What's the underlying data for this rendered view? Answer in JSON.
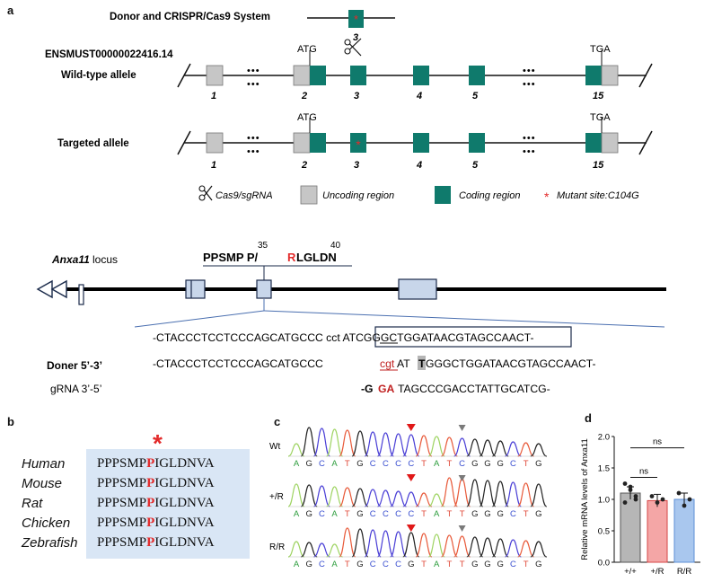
{
  "panel_a": {
    "letter": "a",
    "donor_title": "Donor and CRISPR/Cas9 System",
    "donor_exon": "3",
    "transcript_id": "ENSMUST00000022416.14",
    "wt_label": "Wild-type allele",
    "targeted_label": "Targeted allele",
    "start_codon": "ATG",
    "stop_codon": "TGA",
    "ellipsis": "•••",
    "exon_numbers": [
      "1",
      "2",
      "3",
      "4",
      "5",
      "15"
    ],
    "legend": {
      "cas9": "Cas9/sgRNA",
      "uncoding": "Uncoding region",
      "coding": "Coding region",
      "mutant": "Mutant site:C104G"
    },
    "colors": {
      "coding": "#0f7a6c",
      "uncoding": "#c6c6c6",
      "mutant": "#e32b2b"
    }
  },
  "locus": {
    "gene": "Anxa11",
    "suffix": " locus",
    "pos35": "35",
    "pos40": "40",
    "pep_left": "PPSMP P/",
    "pep_mut": "R",
    "pep_right": " LGLDN",
    "seq1": "-CTACCCTCCTCCCAGCATGCCC cct ATCGGGCTGGATAACGTAGCCAACT-",
    "doner_label": "Doner 5’-3’",
    "seq2_a": "-CTACCCTCCTCCCAGCATGCCC ",
    "seq2_cgt": "cgt",
    "seq2_att": " AT",
    "seq2_T": "T",
    "seq2_b": "GGGCTGGATAACGTAGCCAACT-",
    "grna_label": "gRNA 3’-5’",
    "seq3_dash": "-G",
    "seq3_GG": "GA",
    "seq3_rest": " TAGCCCGACCTATTGCATCG-",
    "colors": {
      "box": "#c8d6ea",
      "line": "#1a2a4a"
    }
  },
  "panel_b": {
    "letter": "b",
    "star": "*",
    "species": [
      "Human",
      "Mouse",
      "Rat",
      "Chicken",
      "Zebrafish"
    ],
    "seq_left": "PPPSMP",
    "seq_mut": "P",
    "seq_right": "IGLDNVA",
    "bg": "#d9e6f5"
  },
  "panel_c": {
    "letter": "c",
    "traces": [
      {
        "label": "Wt",
        "seq": "AGCATGCCCCTATCGGGCTG"
      },
      {
        "label": "+/R",
        "seq": "AGCATGCCCCTATTGGGCTG"
      },
      {
        "label": "R/R",
        "seq": "AGCATGCCCGTATTGGGCTG"
      }
    ]
  },
  "panel_d": {
    "letter": "d",
    "chart_data": {
      "type": "bar",
      "categories": [
        "+/+",
        "+/R",
        "R/R"
      ],
      "values": [
        1.1,
        0.98,
        1.0
      ],
      "ylabel": "Relative mRNA levels of Anxa11",
      "ylim": [
        0,
        2.0
      ],
      "yticks": [
        "0.0",
        "0.5",
        "1.0",
        "1.5",
        "2.0"
      ],
      "points": [
        [
          1.25,
          1.15,
          1.05,
          0.95,
          1.2,
          1.0
        ],
        [
          1.05,
          0.95,
          1.0
        ],
        [
          1.1,
          0.9,
          1.0
        ]
      ],
      "significance": [
        {
          "from": "+/+",
          "to": "+/R",
          "label": "ns"
        },
        {
          "from": "+/+",
          "to": "R/R",
          "label": "ns"
        }
      ],
      "colors": [
        "#9e9e9e",
        "#f4a6a6",
        "#a9c7ee"
      ],
      "edge_colors": [
        "#555555",
        "#d64545",
        "#5d8fd6"
      ]
    }
  }
}
